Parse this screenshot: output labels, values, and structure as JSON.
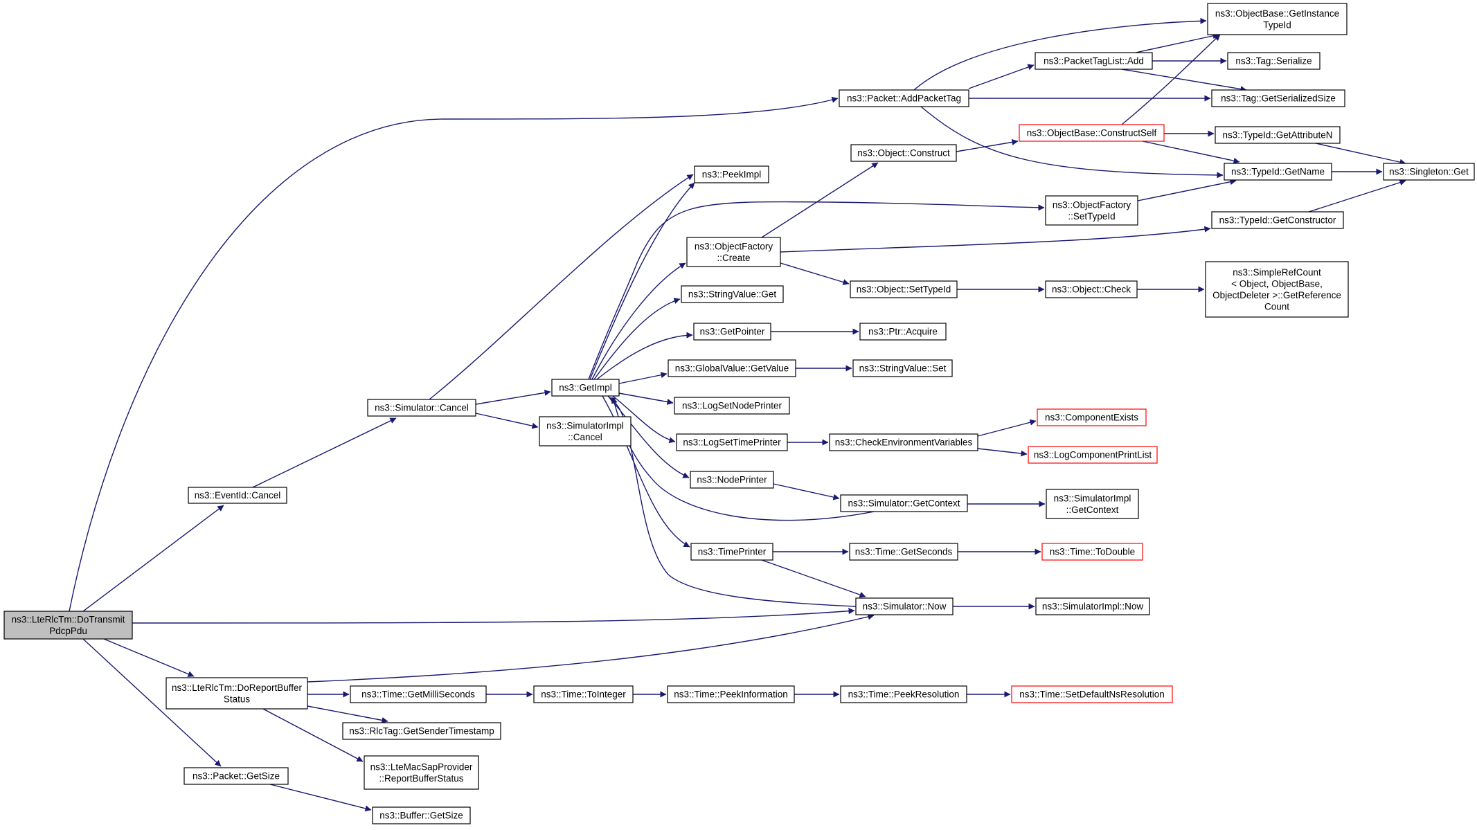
{
  "diagram": {
    "type": "call-graph",
    "colors": {
      "edge": "#191970",
      "root_fill": "#bfbfbf",
      "truncated_border": "#ff0000",
      "node_border": "#000000"
    },
    "nodes": [
      {
        "id": "n_root",
        "lines": [
          "ns3::LteRlcTm::DoTransmit",
          "PdcpPdu"
        ],
        "style": "root"
      },
      {
        "id": "n_eventid_cancel",
        "lines": [
          "ns3::EventId::Cancel"
        ]
      },
      {
        "id": "n_sim_cancel",
        "lines": [
          "ns3::Simulator::Cancel"
        ]
      },
      {
        "id": "n_getimpl",
        "lines": [
          "ns3::GetImpl"
        ]
      },
      {
        "id": "n_simimpl_cancel",
        "lines": [
          "ns3::SimulatorImpl",
          "::Cancel"
        ]
      },
      {
        "id": "n_peekimpl",
        "lines": [
          "ns3::PeekImpl"
        ]
      },
      {
        "id": "n_of_create",
        "lines": [
          "ns3::ObjectFactory",
          "::Create"
        ]
      },
      {
        "id": "n_stringvalue_get",
        "lines": [
          "ns3::StringValue::Get"
        ]
      },
      {
        "id": "n_getpointer",
        "lines": [
          "ns3::GetPointer"
        ]
      },
      {
        "id": "n_gv_getvalue",
        "lines": [
          "ns3::GlobalValue::GetValue"
        ]
      },
      {
        "id": "n_logsetnodeprinter",
        "lines": [
          "ns3::LogSetNodePrinter"
        ]
      },
      {
        "id": "n_logsettimeprinter",
        "lines": [
          "ns3::LogSetTimePrinter"
        ]
      },
      {
        "id": "n_nodeprinter",
        "lines": [
          "ns3::NodePrinter"
        ]
      },
      {
        "id": "n_timeprinter",
        "lines": [
          "ns3::TimePrinter"
        ]
      },
      {
        "id": "n_packet_addpackettag",
        "lines": [
          "ns3::Packet::AddPacketTag"
        ]
      },
      {
        "id": "n_object_construct",
        "lines": [
          "ns3::Object::Construct"
        ]
      },
      {
        "id": "n_object_settypeid",
        "lines": [
          "ns3::Object::SetTypeId"
        ]
      },
      {
        "id": "n_ptr_acquire",
        "lines": [
          "ns3::Ptr::Acquire"
        ]
      },
      {
        "id": "n_stringvalue_set",
        "lines": [
          "ns3::StringValue::Set"
        ]
      },
      {
        "id": "n_checkenv",
        "lines": [
          "ns3::CheckEnvironmentVariables"
        ]
      },
      {
        "id": "n_sim_getcontext",
        "lines": [
          "ns3::Simulator::GetContext"
        ]
      },
      {
        "id": "n_time_getseconds",
        "lines": [
          "ns3::Time::GetSeconds"
        ]
      },
      {
        "id": "n_sim_now",
        "lines": [
          "ns3::Simulator::Now"
        ]
      },
      {
        "id": "n_packettaglist_add",
        "lines": [
          "ns3::PacketTagList::Add"
        ]
      },
      {
        "id": "n_objectbase_constructself",
        "lines": [
          "ns3::ObjectBase::ConstructSelf"
        ],
        "style": "truncated"
      },
      {
        "id": "n_of_settypeid",
        "lines": [
          "ns3::ObjectFactory",
          "::SetTypeId"
        ]
      },
      {
        "id": "n_object_check",
        "lines": [
          "ns3::Object::Check"
        ]
      },
      {
        "id": "n_componentexists",
        "lines": [
          "ns3::ComponentExists"
        ],
        "style": "truncated"
      },
      {
        "id": "n_logcomponentprintlist",
        "lines": [
          "ns3::LogComponentPrintList"
        ],
        "style": "truncated"
      },
      {
        "id": "n_simimpl_getcontext",
        "lines": [
          "ns3::SimulatorImpl",
          "::GetContext"
        ]
      },
      {
        "id": "n_time_todouble",
        "lines": [
          "ns3::Time::ToDouble"
        ],
        "style": "truncated"
      },
      {
        "id": "n_simimpl_now",
        "lines": [
          "ns3::SimulatorImpl::Now"
        ]
      },
      {
        "id": "n_objectbase_getinstancetypeid",
        "lines": [
          "ns3::ObjectBase::GetInstance",
          "TypeId"
        ]
      },
      {
        "id": "n_tag_serialize",
        "lines": [
          "ns3::Tag::Serialize"
        ]
      },
      {
        "id": "n_tag_getserializedsize",
        "lines": [
          "ns3::Tag::GetSerializedSize"
        ]
      },
      {
        "id": "n_typeid_getattributen",
        "lines": [
          "ns3::TypeId::GetAttributeN"
        ]
      },
      {
        "id": "n_typeid_getname",
        "lines": [
          "ns3::TypeId::GetName"
        ]
      },
      {
        "id": "n_typeid_getconstructor",
        "lines": [
          "ns3::TypeId::GetConstructor"
        ]
      },
      {
        "id": "n_simplerefcount",
        "lines": [
          "ns3::SimpleRefCount",
          "< Object, ObjectBase,",
          "ObjectDeleter >::GetReference",
          "Count"
        ]
      },
      {
        "id": "n_singleton_get",
        "lines": [
          "ns3::Singleton::Get"
        ]
      },
      {
        "id": "n_doreportbufferstatus",
        "lines": [
          "ns3::LteRlcTm::DoReportBuffer",
          "Status"
        ]
      },
      {
        "id": "n_time_getmilliseconds",
        "lines": [
          "ns3::Time::GetMilliSeconds"
        ]
      },
      {
        "id": "n_rlctag_getsendertimestamp",
        "lines": [
          "ns3::RlcTag::GetSenderTimestamp"
        ]
      },
      {
        "id": "n_ltemacsapprovider",
        "lines": [
          "ns3::LteMacSapProvider",
          "::ReportBufferStatus"
        ]
      },
      {
        "id": "n_time_tointeger",
        "lines": [
          "ns3::Time::ToInteger"
        ]
      },
      {
        "id": "n_time_peekinformation",
        "lines": [
          "ns3::Time::PeekInformation"
        ]
      },
      {
        "id": "n_time_peekresolution",
        "lines": [
          "ns3::Time::PeekResolution"
        ]
      },
      {
        "id": "n_time_setdefaultnsresolution",
        "lines": [
          "ns3::Time::SetDefaultNsResolution"
        ],
        "style": "truncated"
      },
      {
        "id": "n_packet_getsize",
        "lines": [
          "ns3::Packet::GetSize"
        ]
      },
      {
        "id": "n_buffer_getsize",
        "lines": [
          "ns3::Buffer::GetSize"
        ]
      }
    ]
  }
}
